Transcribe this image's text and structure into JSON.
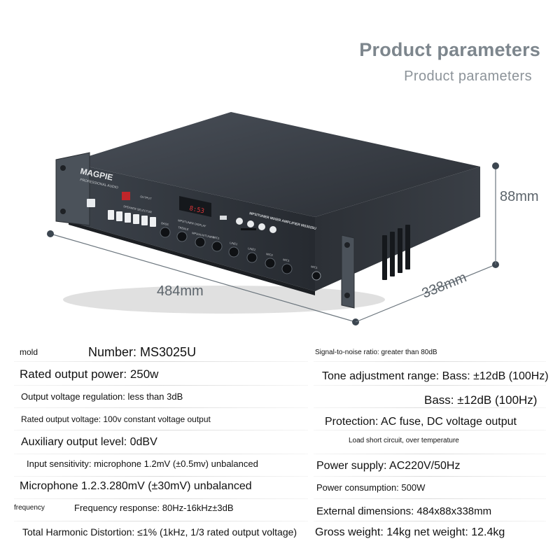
{
  "header": {
    "title": "Product parameters",
    "subtitle": "Product parameters"
  },
  "product": {
    "brand": "MAGPIE",
    "brand_sub": "PROFESSIONAL AUDIO",
    "display_readout": "8:53",
    "panel_label": "MP3/TUNER MIXER AMPLIFIER MS3025U",
    "speaker_selector_label": "SPEAKER SELECTOR",
    "output_label": "OUTPUT",
    "display_label": "MP3/TUNER DISPLAY",
    "knob_labels": [
      "BASS",
      "TREBLE",
      "MP3/AUX/TUNER",
      "MIC1",
      "LINE1",
      "LINE2",
      "MIC3",
      "MIC1"
    ],
    "mic_label": "MIC1"
  },
  "dimensions": {
    "width": "484mm",
    "height": "88mm",
    "depth": "338mm"
  },
  "specs": {
    "left": {
      "model_label": "mold",
      "model_value": "Number: MS3025U",
      "rated_power": "Rated output power: 250w",
      "voltage_regulation": "Output voltage regulation: less than 3dB",
      "rated_voltage": "Rated output voltage: 100v constant voltage output",
      "aux_level": "Auxiliary output level: 0dBV",
      "input_sensitivity": "Input sensitivity: microphone 1.2mV (±0.5mv) unbalanced",
      "microphone": "Microphone 1.2.3.280mV (±30mV) unbalanced",
      "frequency_label": "frequency",
      "frequency_value": "Frequency response: 80Hz-16kHz\u001b±3dB\u001b",
      "thd": "Total Harmonic Distortion: ≤1% (1kHz, 1/3 rated output voltage)"
    },
    "right": {
      "snr": "Signal-to-noise ratio: greater than 80dB",
      "tone_range": "Tone adjustment range: Bass: ±12dB (100Hz)",
      "bass": "Bass: ±12dB (100Hz)",
      "protection": "Protection: AC fuse, DC voltage output",
      "protection_detail": "Load short circuit, over temperature",
      "power_supply": "Power supply: AC220V/50Hz",
      "power_consumption": "Power consumption: 500W",
      "external_dims": "External dimensions: 484x88x338mm",
      "weight": "Gross weight: 14kg net weight: 12.4kg"
    }
  }
}
